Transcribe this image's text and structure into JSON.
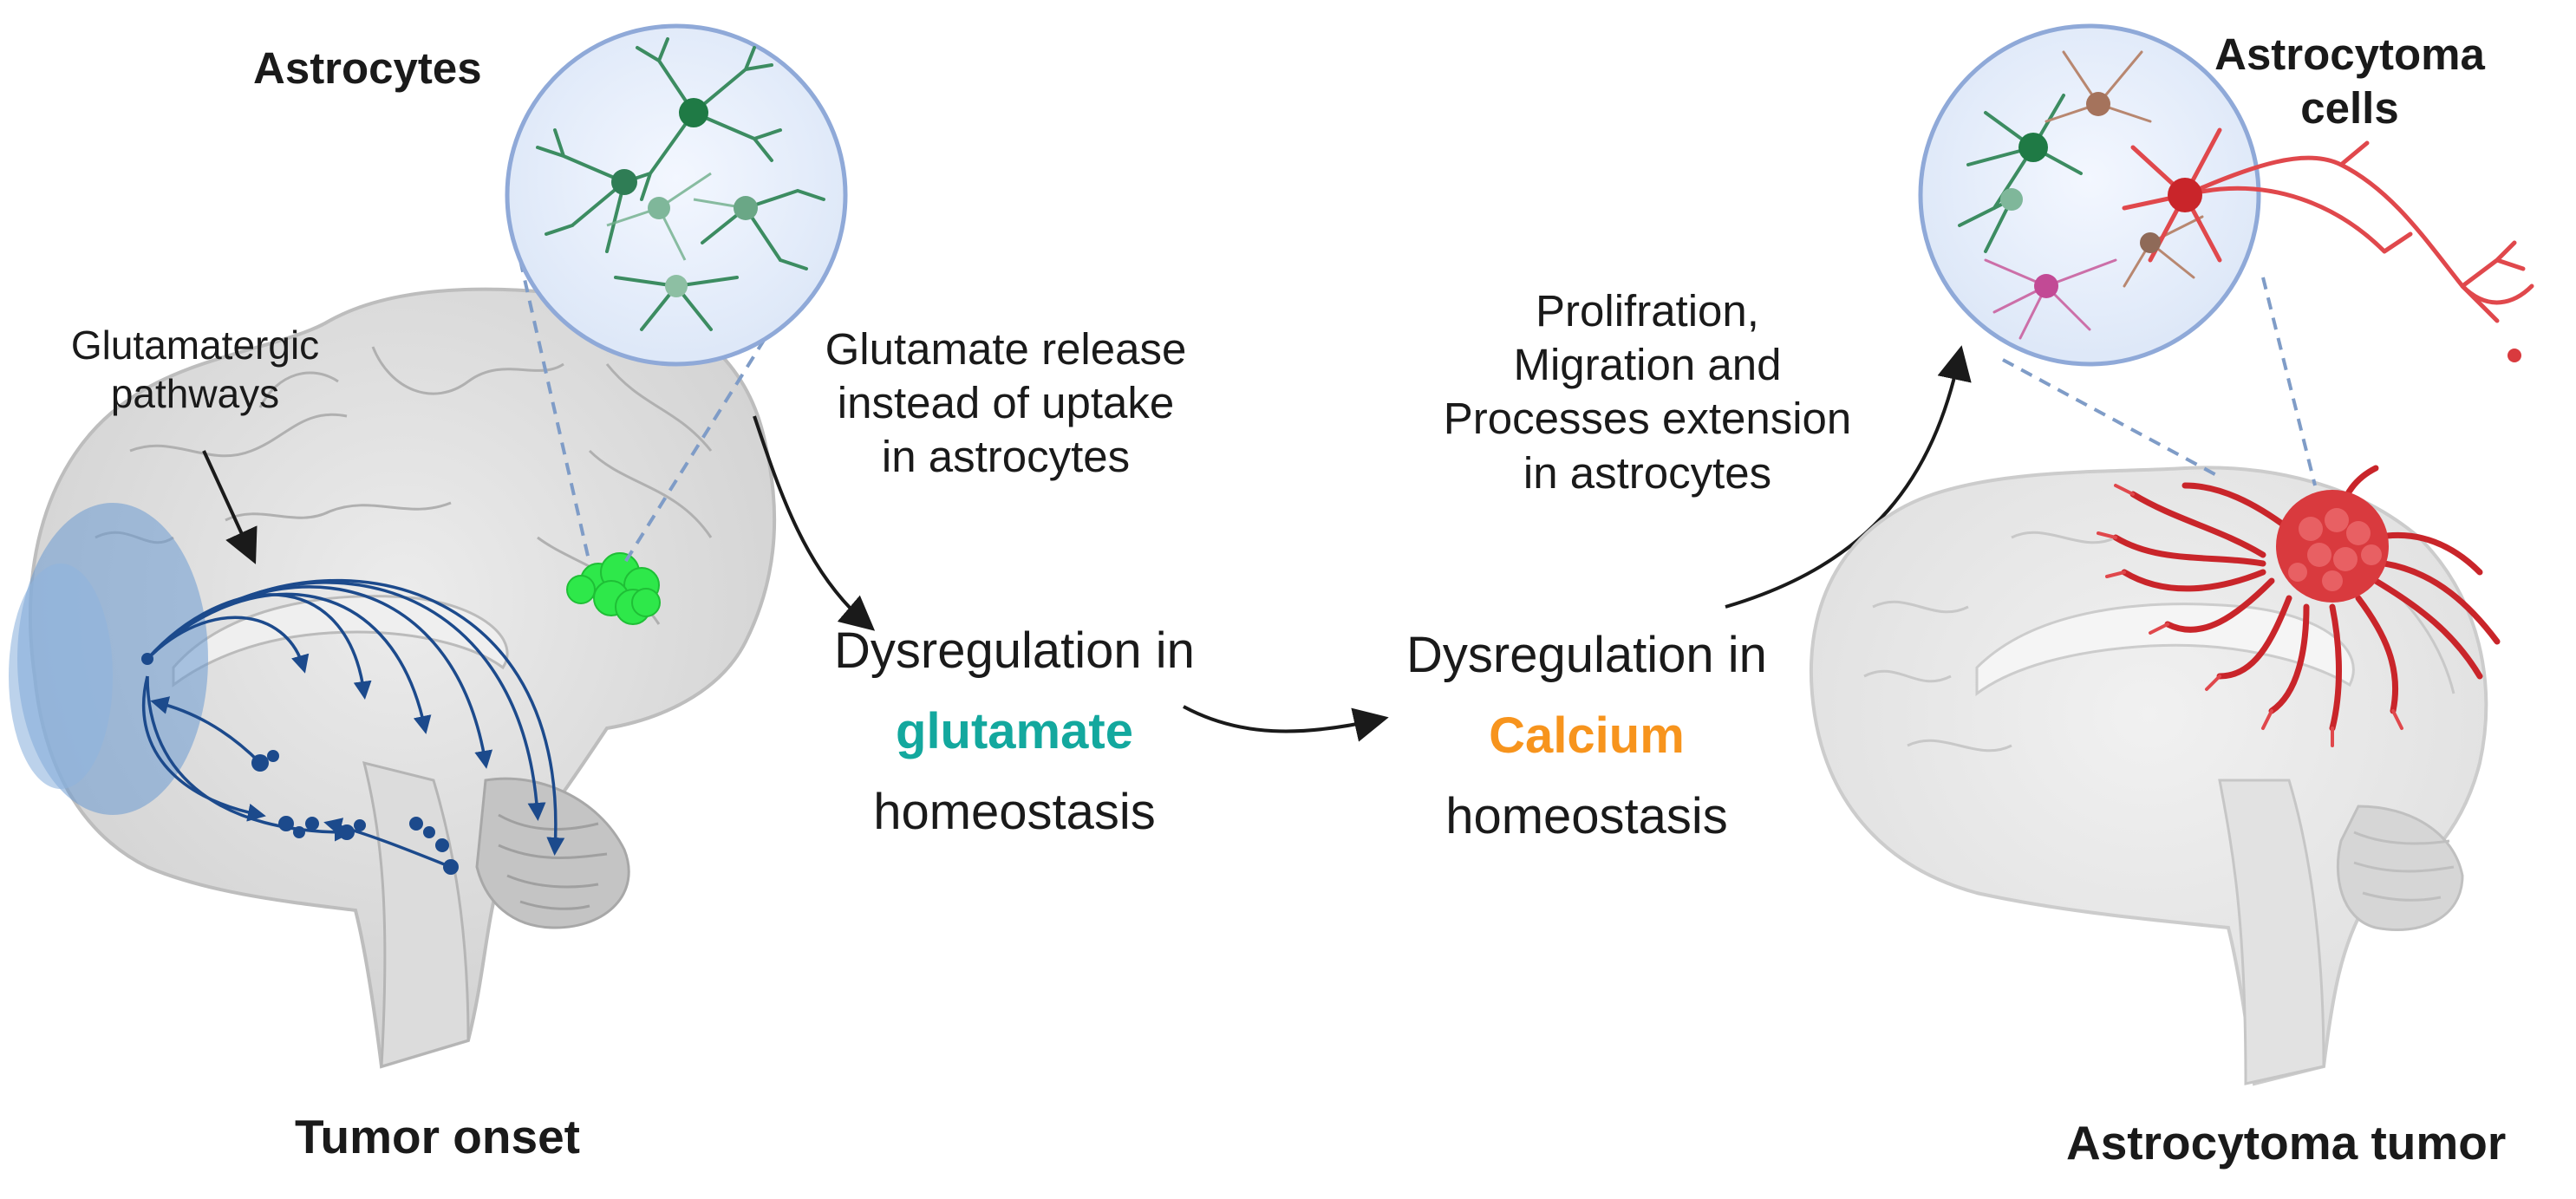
{
  "labels": {
    "astrocytes": "Astrocytes",
    "astrocytoma_cells_l1": "Astrocytoma",
    "astrocytoma_cells_l2": "cells",
    "glutamatergic_l1": "Glutamatergic",
    "glutamatergic_l2": "pathways",
    "release_l1": "Glutamate release",
    "release_l2": "instead of uptake",
    "release_l3": "in astrocytes",
    "prolif_l1": "Prolifration,",
    "prolif_l2": "Migration and",
    "prolif_l3": "Processes extension",
    "prolif_l4": "in astrocytes",
    "dys1_l1": "Dysregulation in",
    "dys1_key": "glutamate",
    "dys1_l3": "homeostasis",
    "dys2_l1": "Dysregulation in",
    "dys2_key": "Calcium",
    "dys2_l3": "homeostasis",
    "tumor_onset": "Tumor onset",
    "astrocytoma_tumor": "Astrocytoma tumor"
  },
  "colors": {
    "glutamate": "#13a89e",
    "calcium": "#f7941d",
    "pathway": "#1c4a8c",
    "astrocyte_green": "#2e8b57",
    "tumor_red": "#d7262b",
    "bright_green": "#2ee84a",
    "brain_gray": "#d9d9d9"
  }
}
